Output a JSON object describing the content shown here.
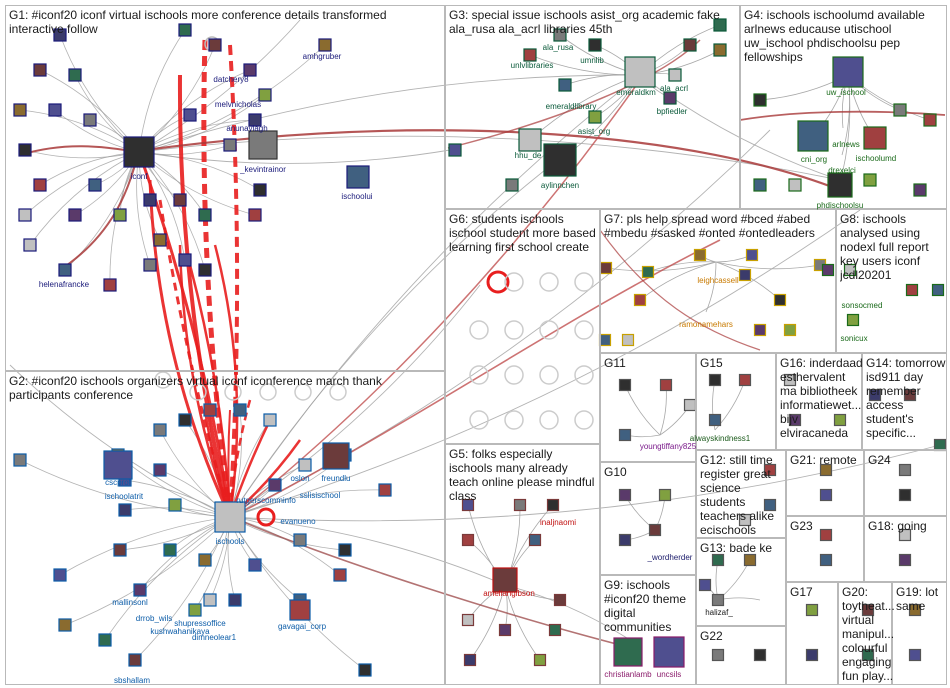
{
  "groups": [
    {
      "id": "G1",
      "title": "G1: #iconf20 iconf virtual ischools more conference details transformed interactive follow"
    },
    {
      "id": "G2",
      "title": "G2: #iconf20 ischools organizers virtual iconf iconference march thank participants conference"
    },
    {
      "id": "G3",
      "title": "G3: special issue ischools asist_org academic fake ala_rusa ala_acrl libraries 45th"
    },
    {
      "id": "G4",
      "title": "G4: ischools ischoolumd available arlnews educause utischool uw_ischool phdischoolsu pep fellowships"
    },
    {
      "id": "G5",
      "title": "G5: folks especially ischools many already teach online please mindful class"
    },
    {
      "id": "G6",
      "title": "G6: students ischools ischool student more based learning first school create"
    },
    {
      "id": "G7",
      "title": "G7: pls help spread word #bced #abed #mbedu #sasked #onted #ontedleaders"
    },
    {
      "id": "G8",
      "title": "G8: ischools analysed using nodexl full report key users iconf jcdl20201"
    },
    {
      "id": "G9",
      "title": "G9: ischools #iconf20 theme digital communities"
    },
    {
      "id": "G10",
      "title": "G10"
    },
    {
      "id": "G11",
      "title": "G11"
    },
    {
      "id": "G12",
      "title": "G12: still time register great science students teachers alike ecischools"
    },
    {
      "id": "G13",
      "title": "G13: bade ke"
    },
    {
      "id": "G14",
      "title": "G14: tomorrow isd911 day remember access student's specific..."
    },
    {
      "id": "G15",
      "title": "G15"
    },
    {
      "id": "G16",
      "title": "G16: inderdaad esthervalent ma bibliotheek informatiewet... bijv elviracaneda"
    },
    {
      "id": "G17",
      "title": "G17"
    },
    {
      "id": "G18",
      "title": "G18: going"
    },
    {
      "id": "G19",
      "title": "G19: lot same"
    },
    {
      "id": "G20",
      "title": "G20: toytheat... virtual manipul... colourful engaging fun play..."
    },
    {
      "id": "G21",
      "title": "G21: remote"
    },
    {
      "id": "G22",
      "title": "G22"
    },
    {
      "id": "G23",
      "title": "G23"
    },
    {
      "id": "G24",
      "title": "G24"
    }
  ],
  "node_labels": [
    {
      "id": "iconf",
      "text": "iconf",
      "color": "#1a1a7a"
    },
    {
      "id": "amhgruber",
      "text": "amhgruber",
      "color": "#1a1a7a"
    },
    {
      "id": "datchery8",
      "text": "datchery8",
      "color": "#1a1a7a"
    },
    {
      "id": "melvnicholas",
      "text": "melvnicholas",
      "color": "#1a1a7a"
    },
    {
      "id": "anunaylagh",
      "text": "anunaylagh",
      "color": "#1a1a7a"
    },
    {
      "id": "kevintrainor",
      "text": "_kevintrainor",
      "color": "#1a1a7a"
    },
    {
      "id": "ischoolui",
      "text": "ischoolui",
      "color": "#1a1a7a"
    },
    {
      "id": "helenafrancke",
      "text": "helenafrancke",
      "color": "#1a1a7a"
    },
    {
      "id": "ischools",
      "text": "ischools",
      "color": "#0b5ca8"
    },
    {
      "id": "cscprof",
      "text": "cscprof",
      "color": "#0b5ca8"
    },
    {
      "id": "ischoolatrit",
      "text": "ischoolatrit",
      "color": "#0b5ca8"
    },
    {
      "id": "rutgerscomminfo",
      "text": "rutgerscomminfo",
      "color": "#0b5ca8"
    },
    {
      "id": "sslisischool",
      "text": "sslisischool",
      "color": "#0b5ca8"
    },
    {
      "id": "oslon",
      "text": "oslon",
      "color": "#0b5ca8"
    },
    {
      "id": "freundlu",
      "text": "freundlu",
      "color": "#0b5ca8"
    },
    {
      "id": "evanueno",
      "text": "evanueno",
      "color": "#0b5ca8"
    },
    {
      "id": "mallinsonl",
      "text": "mallinsonl",
      "color": "#0b5ca8"
    },
    {
      "id": "drrob_wils",
      "text": "drrob_wils",
      "color": "#0b5ca8"
    },
    {
      "id": "shupressoffice",
      "text": "shupressoffice",
      "color": "#0b5ca8"
    },
    {
      "id": "kushwahanikaya",
      "text": "kushwahanikaya",
      "color": "#0b5ca8"
    },
    {
      "id": "dimneolear1",
      "text": "dimneolear1",
      "color": "#0b5ca8"
    },
    {
      "id": "gavagai_corp",
      "text": "gavagai_corp",
      "color": "#0b5ca8"
    },
    {
      "id": "sbshallam",
      "text": "sbshallam",
      "color": "#0b5ca8"
    },
    {
      "id": "ala_rusa",
      "text": "ala_rusa",
      "color": "#0a5a3a"
    },
    {
      "id": "umnlib",
      "text": "umnlib",
      "color": "#0a5a3a"
    },
    {
      "id": "unlvlibraries",
      "text": "unlvlibraries",
      "color": "#0a5a3a"
    },
    {
      "id": "emeraldlibrary",
      "text": "emeraldlibrary",
      "color": "#0a5a3a"
    },
    {
      "id": "emeraldkm",
      "text": "emeraldkm",
      "color": "#0a5a3a"
    },
    {
      "id": "ala_acrl",
      "text": "ala_acrl",
      "color": "#0a5a3a"
    },
    {
      "id": "bpfiedler",
      "text": "bpfiedler",
      "color": "#0a5a3a"
    },
    {
      "id": "asist_org",
      "text": "asist_org",
      "color": "#0a5a3a"
    },
    {
      "id": "hhu_de",
      "text": "hhu_de",
      "color": "#0a5a3a"
    },
    {
      "id": "aylinnchen",
      "text": "aylinnchen",
      "color": "#0a5a3a"
    },
    {
      "id": "uw_ischool",
      "text": "uw_ischool",
      "color": "#1a6a1a"
    },
    {
      "id": "cni_org",
      "text": "cni_org",
      "color": "#1a6a1a"
    },
    {
      "id": "arlnews",
      "text": "arlnews",
      "color": "#1a6a1a"
    },
    {
      "id": "drexelci",
      "text": "drexelci",
      "color": "#1a6a1a"
    },
    {
      "id": "ischoolumd",
      "text": "ischoolumd",
      "color": "#1a6a1a"
    },
    {
      "id": "phdischoolsu",
      "text": "phdischoolsu",
      "color": "#1a6a1a"
    },
    {
      "id": "leighcassell",
      "text": "leighcassell",
      "color": "#c87a00"
    },
    {
      "id": "ramonamehars",
      "text": "ramonamehars",
      "color": "#c87a00"
    },
    {
      "id": "sonsocmed",
      "text": "sonsocmed",
      "color": "#1a6a1a"
    },
    {
      "id": "sonicux",
      "text": "sonicux",
      "color": "#1a6a1a"
    },
    {
      "id": "youngtiffany825",
      "text": "youngtiffany825",
      "color": "#7a1a8a"
    },
    {
      "id": "alwayskindness1",
      "text": "alwayskindness1",
      "color": "#1a5a1a"
    },
    {
      "id": "inaljnaomi",
      "text": "inaljnaomi",
      "color": "#c01010"
    },
    {
      "id": "ameliangibson",
      "text": "ameliangibson",
      "color": "#c01010"
    },
    {
      "id": "wordherder",
      "text": "_wordherder",
      "color": "#1a1a6a"
    },
    {
      "id": "halizaf",
      "text": "halizaf_",
      "color": "#1a1a1a"
    },
    {
      "id": "christianlamb",
      "text": "christianlamb",
      "color": "#8a1a6a"
    },
    {
      "id": "uncsils",
      "text": "uncsils",
      "color": "#8a1a6a"
    }
  ]
}
